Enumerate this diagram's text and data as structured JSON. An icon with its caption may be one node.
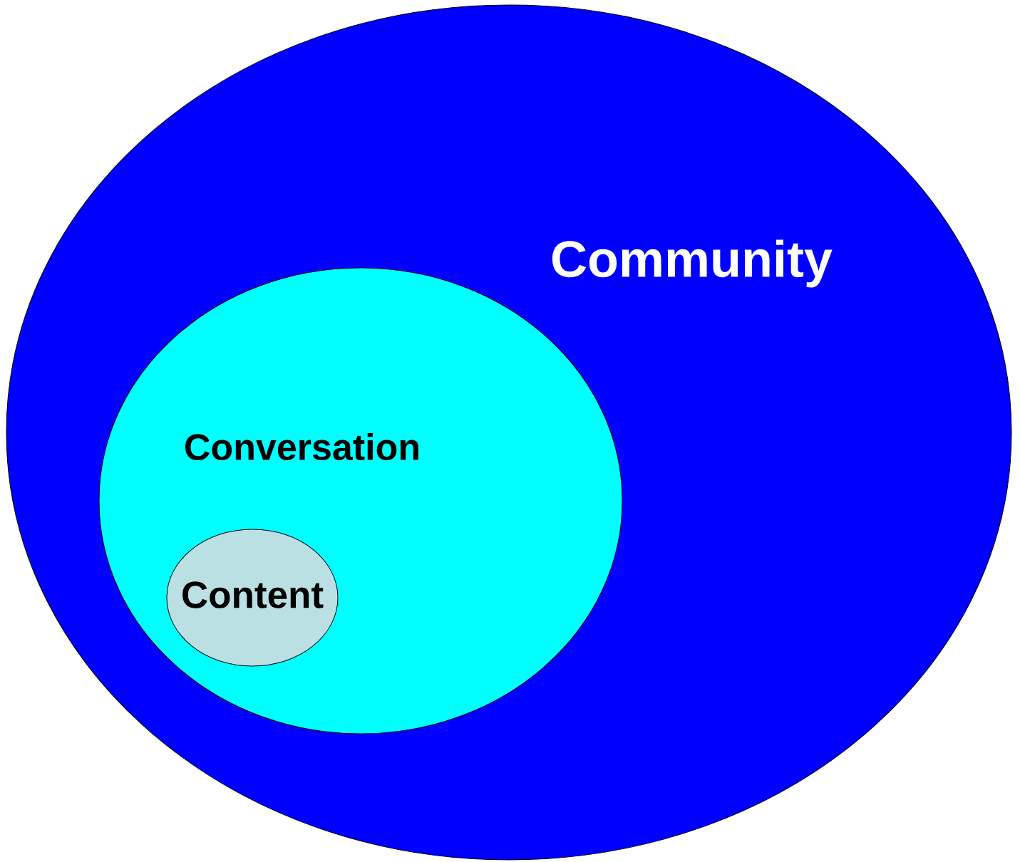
{
  "diagram": {
    "nodes": [
      {
        "text": [
          "Community"
        ]
      },
      {
        "text": [
          "Conversation"
        ],
        "in": 0
      },
      {
        "text": [
          "Content"
        ],
        "in": 1
      }
    ]
  }
}
